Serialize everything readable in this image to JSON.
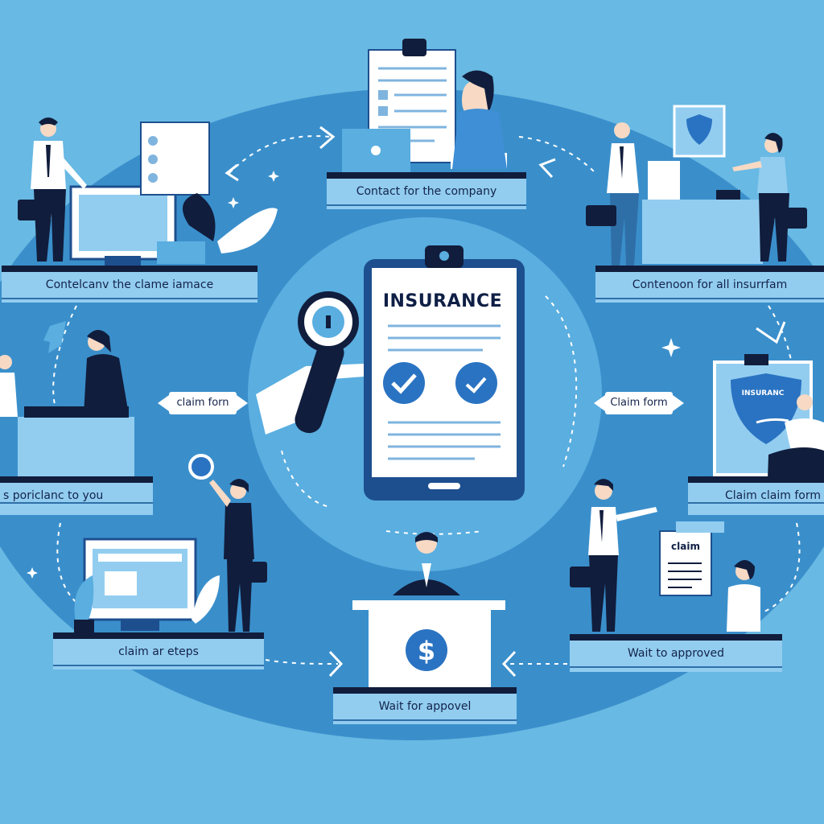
{
  "center_document": {
    "title": "INSURANCE"
  },
  "stages": [
    {
      "id": "top",
      "label": "Contact for the company"
    },
    {
      "id": "top-left",
      "label": "Contelcanv the clame iamace"
    },
    {
      "id": "top-right",
      "label": "Contenoon for all insurrfam"
    },
    {
      "id": "mid-left",
      "label": "s poriclanc to you"
    },
    {
      "id": "mid-right",
      "label": "Claim claim form"
    },
    {
      "id": "bottom-left",
      "label": "claim ar eteps"
    },
    {
      "id": "bottom-center",
      "label": "Wait for appovel"
    },
    {
      "id": "bottom-right",
      "label": "Wait to approved"
    }
  ],
  "arrows": {
    "left_pill": "claim forn",
    "right_pill": "Claim form"
  },
  "paper_tag": "claim",
  "shield_text": "INSURANC",
  "colors": {
    "background": "#68b9e3",
    "ellipse": "#3a8fcb",
    "center_circle": "#5aaee0",
    "navy": "#111d3c",
    "label_fill": "#92cdf0"
  },
  "icons": [
    "check-icon",
    "dollar-icon",
    "magnifier-icon",
    "shield-icon",
    "leaf-icon",
    "briefcase-icon",
    "laptop-icon",
    "sparkle-icon"
  ]
}
